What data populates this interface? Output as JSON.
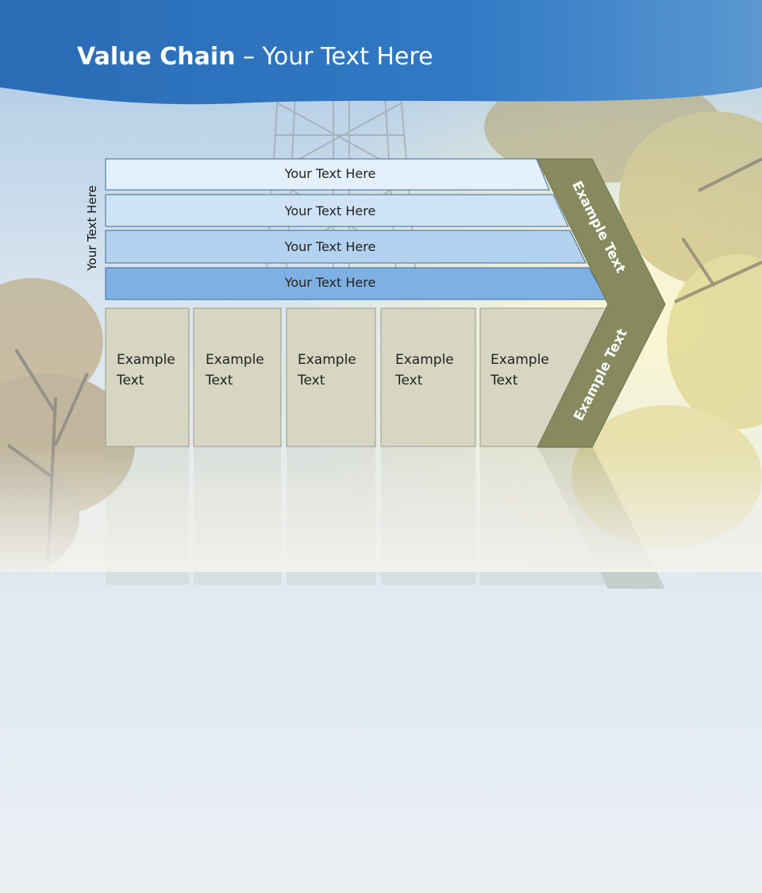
{
  "title": {
    "bold": "Value Chain",
    "rest": " – Your Text Here"
  },
  "side_label": "Your Text Here",
  "rows": [
    {
      "label": "Your Text Here",
      "fill": "#e4f0fb"
    },
    {
      "label": "Your Text Here",
      "fill": "#cfe3f6"
    },
    {
      "label": "Your Text Here",
      "fill": "#b3d2ef"
    },
    {
      "label": "Your Text Here",
      "fill": "#7fb0e3"
    }
  ],
  "boxes": [
    {
      "label": "Example\nText"
    },
    {
      "label": "Example\nText"
    },
    {
      "label": "Example\nText"
    },
    {
      "label": "Example\nText"
    },
    {
      "label": "Example\nText"
    }
  ],
  "chevron": {
    "upper_label": "Example Text",
    "lower_label": "Example Text",
    "fill": "#878a5e"
  },
  "colors": {
    "title_band": "#2f74be",
    "box_fill": "#d6d6c2",
    "box_stroke": "#9a9a86",
    "row_stroke": "#3d6a99"
  }
}
